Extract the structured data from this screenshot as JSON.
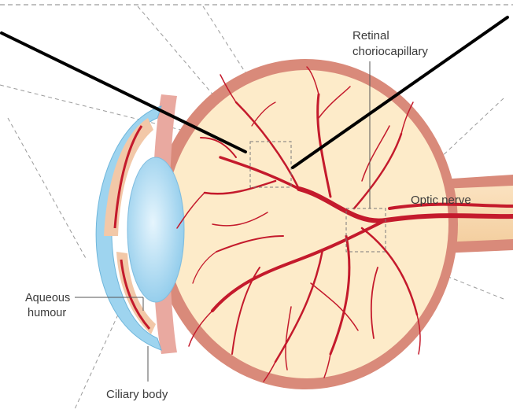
{
  "labels": {
    "retinal_line1": "Retinal",
    "retinal_line2": "choriocapillary",
    "optic_nerve": "Optic nerve",
    "aqueous_line1": "Aqueous",
    "aqueous_line2": "humour",
    "ciliary_body": "Ciliary body"
  },
  "colors": {
    "sclera": "#d98a7a",
    "eye_interior": "#fdebc9",
    "cornea": "#9ed4ef",
    "lens": "#bfe3f6",
    "vessel": "#c41a2c",
    "ciliary": "#e9a9a0",
    "guide_line": "#000000",
    "dashed_line": "#9a9a9a"
  }
}
